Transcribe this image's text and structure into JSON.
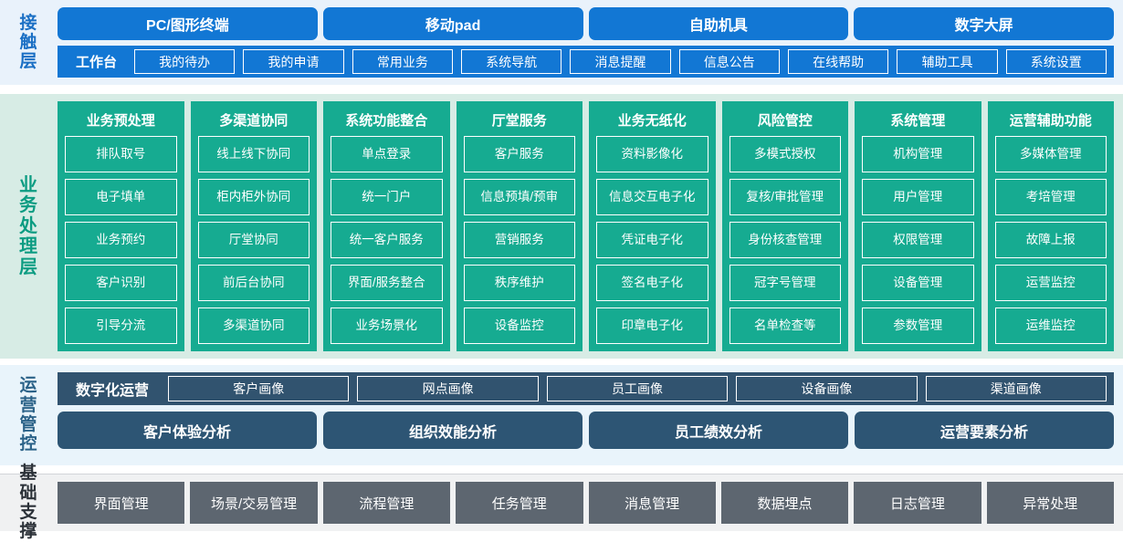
{
  "access_layer": {
    "label": "接触层",
    "channels": [
      "PC/图形终端",
      "移动pad",
      "自助机具",
      "数字大屏"
    ],
    "workbench_label": "工作台",
    "menu_items": [
      "我的待办",
      "我的申请",
      "常用业务",
      "系统导航",
      "消息提醒",
      "信息公告",
      "在线帮助",
      "辅助工具",
      "系统设置"
    ]
  },
  "business_layer": {
    "label": "业务处理层",
    "columns": [
      {
        "title": "业务预处理",
        "items": [
          "排队取号",
          "电子填单",
          "业务预约",
          "客户识别",
          "引导分流"
        ]
      },
      {
        "title": "多渠道协同",
        "items": [
          "线上线下协同",
          "柜内柜外协同",
          "厅堂协同",
          "前后台协同",
          "多渠道协同"
        ]
      },
      {
        "title": "系统功能整合",
        "items": [
          "单点登录",
          "统一门户",
          "统一客户服务",
          "界面/服务整合",
          "业务场景化"
        ]
      },
      {
        "title": "厅堂服务",
        "items": [
          "客户服务",
          "信息预填/预审",
          "营销服务",
          "秩序维护",
          "设备监控"
        ]
      },
      {
        "title": "业务无纸化",
        "items": [
          "资料影像化",
          "信息交互电子化",
          "凭证电子化",
          "签名电子化",
          "印章电子化"
        ]
      },
      {
        "title": "风险管控",
        "items": [
          "多模式授权",
          "复核/审批管理",
          "身份核查管理",
          "冠字号管理",
          "名单检查等"
        ]
      },
      {
        "title": "系统管理",
        "items": [
          "机构管理",
          "用户管理",
          "权限管理",
          "设备管理",
          "参数管理"
        ]
      },
      {
        "title": "运营辅助功能",
        "items": [
          "多媒体管理",
          "考培管理",
          "故障上报",
          "运营监控",
          "运维监控"
        ]
      }
    ]
  },
  "operations_layer": {
    "label": "运营管控",
    "digital_ops_label": "数字化运营",
    "portraits": [
      "客户画像",
      "网点画像",
      "员工画像",
      "设备画像",
      "渠道画像"
    ],
    "analyses": [
      "客户体验分析",
      "组织效能分析",
      "员工绩效分析",
      "运营要素分析"
    ]
  },
  "base_layer": {
    "label": "基础支撑",
    "items": [
      "界面管理",
      "场景/交易管理",
      "流程管理",
      "任务管理",
      "消息管理",
      "数据埋点",
      "日志管理",
      "异常处理"
    ]
  },
  "colors": {
    "access_bg": "#e9f2fb",
    "access_blue": "#1277d4",
    "business_bg": "#d7ece5",
    "business_teal": "#16ab91",
    "ops_bg": "#e9f4fb",
    "ops_navy": "#31536f",
    "base_bg": "#f0f1f2",
    "base_gray": "#5d6670"
  }
}
